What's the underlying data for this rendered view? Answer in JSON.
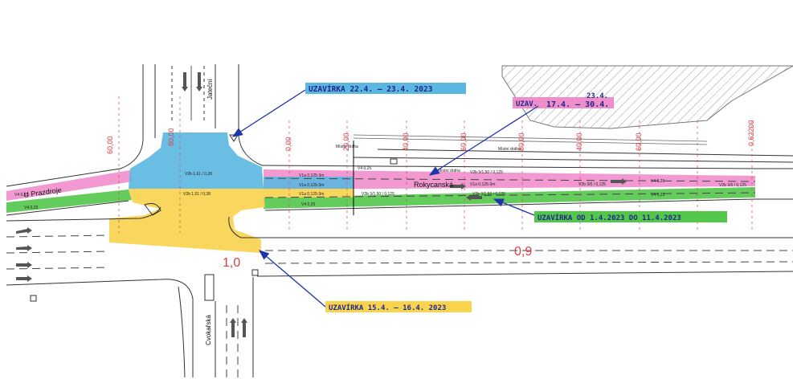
{
  "streets": {
    "main": "Rokycanská",
    "west": "U Prazdroje",
    "north": "Jateční",
    "south": "Cvokařská"
  },
  "closures": {
    "blue": "UZAVÍRKA 22.4. – 23.4. 2023",
    "pink_prefix": "UZAV.",
    "pink_dates": "17.4. – 30.4.",
    "pink_note": "23.4.",
    "green": "UZAVÍRKA OD 1.4.2023 DO 11.4.2023",
    "yellow": "UZAVÍRKA 15.4. – 16.4. 2023"
  },
  "colors": {
    "blue": "#5bb7e0",
    "pink": "#f08ecb",
    "green": "#52c74a",
    "yellow": "#f8d34e",
    "stationing": "#d9424a",
    "arrow": "#1c35a8"
  },
  "km_marks": {
    "left": "1,0",
    "right": "0,9"
  },
  "stations": [
    "60,00",
    "80,00",
    "0,00",
    "20,00",
    "40,00",
    "60,00",
    "80,00",
    "40,00",
    "60,00",
    "0,62200"
  ],
  "lane_labels": {
    "w1": "V2b 1,61 / 0,28",
    "w2": "V2b 1,61 / 0,28",
    "w3": "V4 0,25",
    "w4": "V4 0,25",
    "c1": "V1a 0,125-3m",
    "c2": "V1a 0,125-3m",
    "c3": "V1a 0,125-3m",
    "c4": "V4 0,25",
    "c5": "V4 0,25",
    "e1": "V2b 3/1,50 / 0,125",
    "e2": "V2b 3/1,50 / 0,125",
    "e3": "V1a 0,125-3m",
    "e4": "V2b 3/6 / 0,125",
    "e5": "V4 0,25",
    "e6": "V2b 3/6 / 0,125",
    "e7": "V4 0,25",
    "e8": "V2b 3/1,50 / 0,125"
  },
  "small_labels": {
    "s1": "Místní dráha",
    "s2": "Místní dráha",
    "s3": "Místní dráha"
  }
}
